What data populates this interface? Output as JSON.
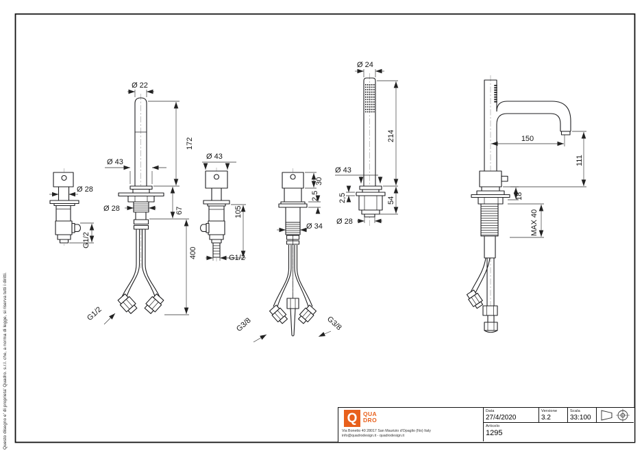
{
  "meta": {
    "side_note": "Questo disegno e' di proprieta' Quadro. s.r.l. che, a norma di legge, si riserva tutti i diritti."
  },
  "title_block": {
    "logo_q": "Q",
    "logo_line1": "QUA",
    "logo_line2": "DRO",
    "brand_color": "#E8601C",
    "address_line1": "Via Bonetto 40  28017 San Maurizio d'Opaglio (No) Italy",
    "address_line2": "info@quadrodesign.it  -  quadrodesign.it",
    "data_label": "Data",
    "data_value": "27/4/2020",
    "versione_label": "Versione",
    "versione_value": "3.2",
    "scala_label": "Scala",
    "scala_value": "33:100",
    "articolo_label": "Articolo",
    "articolo_value": "1295"
  },
  "dims": {
    "v1_d28": "Ø 28",
    "v1_g12": "G1/2",
    "v2_d22": "Ø 22",
    "v2_h172": "172",
    "v2_d43": "Ø 43",
    "v2_d28": "Ø 28",
    "v2_h67": "67",
    "v2_h400": "400",
    "v2_g12": "G1/2",
    "v3_d43": "Ø 43",
    "v3_h105": "105",
    "v3_g12": "G1/2",
    "v4_h30": "30",
    "v4_h25": "2,5",
    "v4_d34": "Ø 34",
    "v4_g38l": "G3/8",
    "v4_g38r": "G3/8",
    "v5_d24": "Ø 24",
    "v5_h214": "214",
    "v5_d43": "Ø 43",
    "v5_h25": "2,5",
    "v5_h54": "54",
    "v5_d28": "Ø 28",
    "v6_w150": "150",
    "v6_h111": "111",
    "v6_h18": "18",
    "v6_max40": "MAX 40"
  }
}
